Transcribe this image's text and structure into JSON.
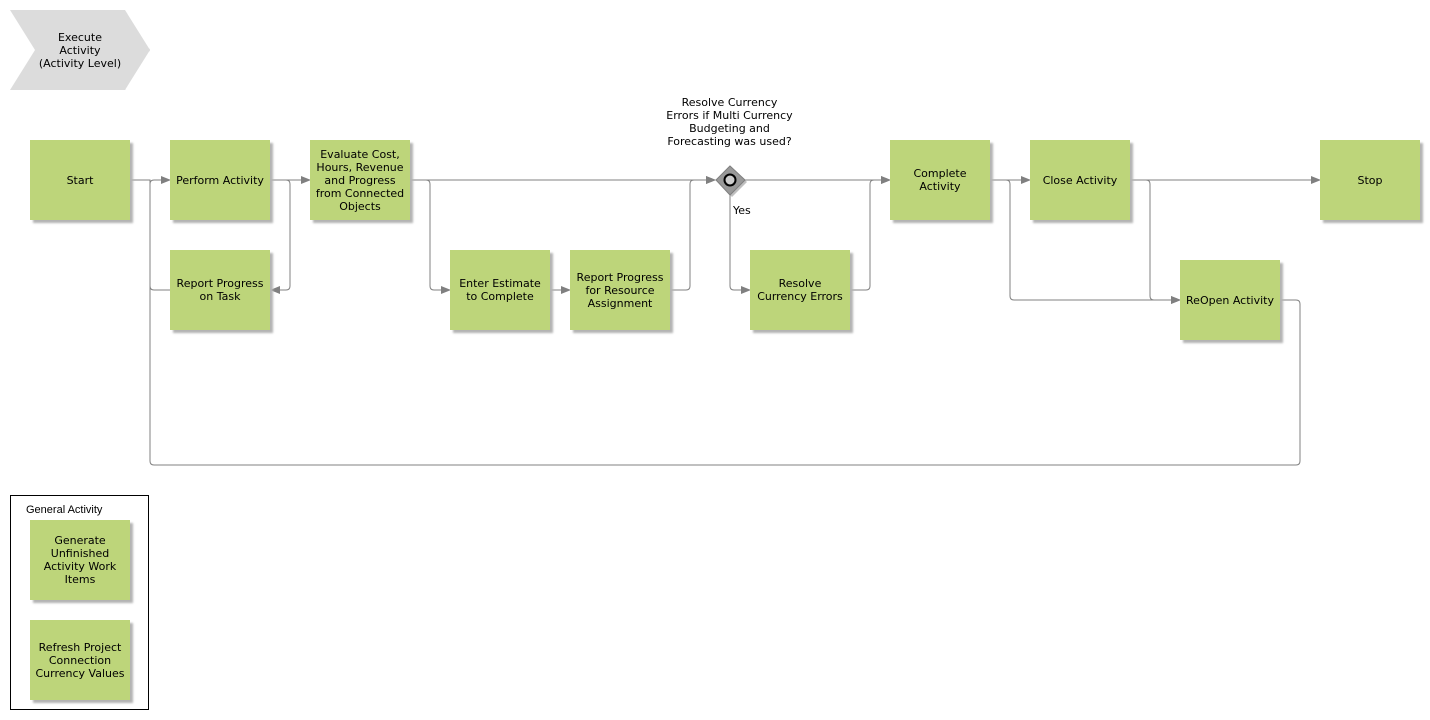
{
  "header": {
    "title": "Execute\nActivity\n(Activity Level)"
  },
  "nodes": {
    "start": "Start",
    "perform_activity": "Perform Activity",
    "report_progress_task": "Report Progress\non Task",
    "evaluate_cost": "Evaluate Cost,\nHours, Revenue\nand Progress\nfrom Connected\nObjects",
    "enter_estimate": "Enter Estimate\nto Complete",
    "report_progress_resource": "Report Progress\nfor Resource\nAssignment",
    "resolve_currency_errors": "Resolve\nCurrency Errors",
    "complete_activity": "Complete\nActivity",
    "close_activity": "Close Activity",
    "reopen_activity": "ReOpen Activity",
    "stop": "Stop"
  },
  "gateway": {
    "question": "Resolve Currency\nErrors if Multi Currency\nBudgeting and\nForecasting was used?",
    "yes_label": "Yes"
  },
  "legend": {
    "title": "General Activity",
    "items": [
      "Generate\nUnfinished\nActivity Work\nItems",
      "Refresh Project\nConnection\nCurrency Values"
    ]
  },
  "colors": {
    "box_fill": "#bdd57a",
    "connector": "#808080",
    "chevron_fill": "#dcdcdc",
    "gateway_fill": "#999999"
  }
}
